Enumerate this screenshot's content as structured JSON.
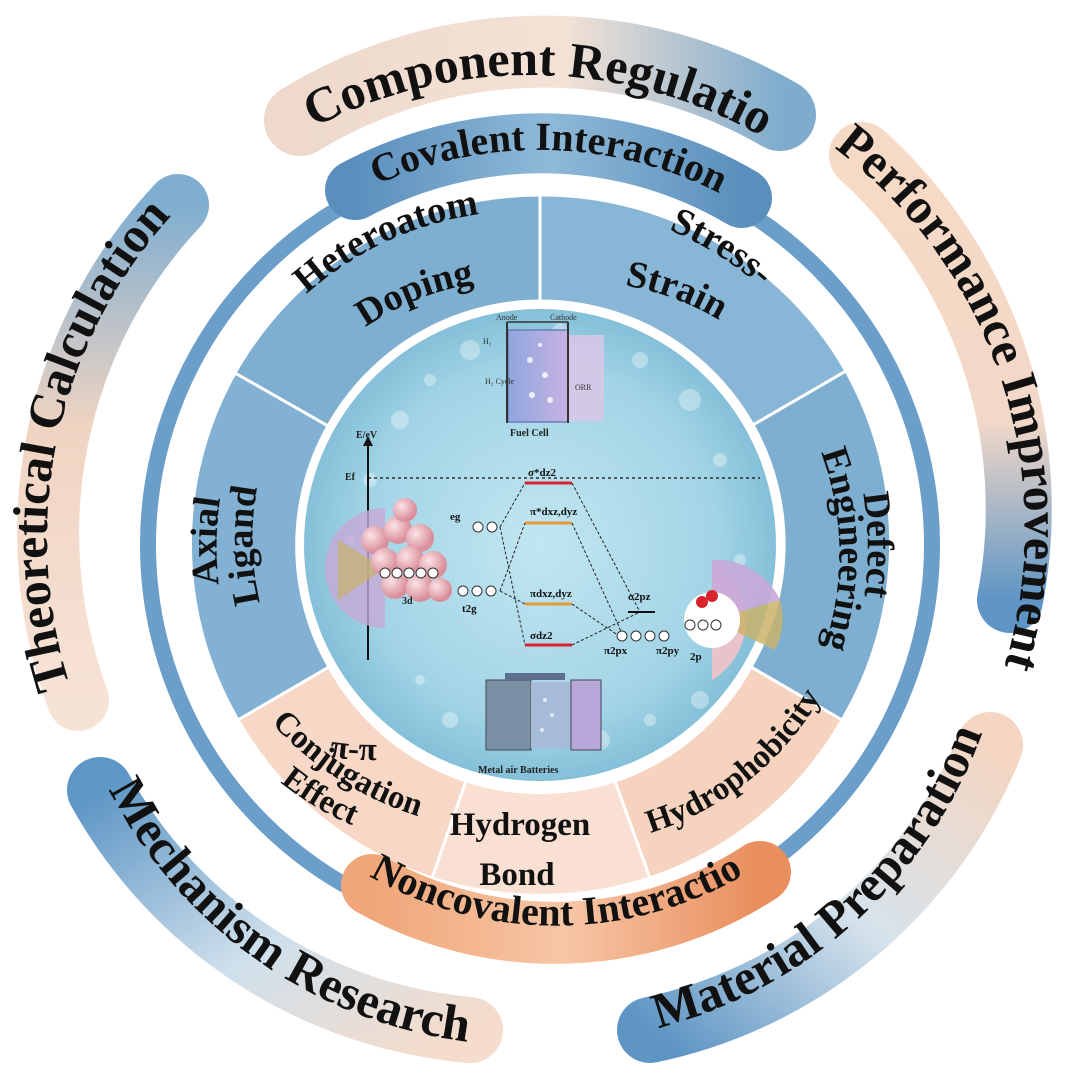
{
  "outer_ring": {
    "component_regulation": "Component Regulation",
    "performance_improvement": "Performance Improvement",
    "theoretical_calculation": "Theoretical Calculation",
    "mechanism_research": "Mechanism Research",
    "material_preparation": "Material Preparation"
  },
  "bands": {
    "covalent": "Covalent Interaction",
    "noncovalent": "Noncovalent Interaction"
  },
  "segments": {
    "heteroatom_1": "Heteroatom",
    "heteroatom_2": "Doping",
    "stress_1": "Stress-",
    "stress_2": "Strain",
    "defect_1": "Defect",
    "defect_2": "Engineering",
    "axial_1": "Axial",
    "axial_2": "Ligand",
    "pi_1": "π-π",
    "pi_2": "Conjugation",
    "pi_3": "Effect",
    "hbond_1": "Hydrogen",
    "hbond_2": "Bond",
    "hydrophobicity": "Hydrophobicity"
  },
  "center": {
    "fuel_cell": "Fuel Cell",
    "anode": "Anode",
    "cathode": "Cathode",
    "h2": "H₂",
    "h2_cycle": "H₂ Cycle",
    "orr": "ORR",
    "metal_air": "Metal air Batteries",
    "energy_axis": "E/eV",
    "ef": "Ef",
    "eg": "eg",
    "t2g": "t2g",
    "d3": "3d",
    "p2": "2p",
    "sigma_star_dz2": "σ*dz2",
    "pi_star": "π*dxz,dyz",
    "pi_dxz": "πdxz,dyz",
    "sigma_dz2": "σdz2",
    "sigma_2pz": "σ2pz",
    "pi_2px": "π2px",
    "pi_2py": "π2py"
  },
  "colors": {
    "blue_segment": "#7eaed0",
    "blue_dark": "#5d93bf",
    "peach_segment": "#f6d4c0",
    "orange_band": "#eb9a6e",
    "center_water": "#a9d8e8",
    "outer_blue": "#5f97c5",
    "outer_peach": "#f3d0bb"
  }
}
